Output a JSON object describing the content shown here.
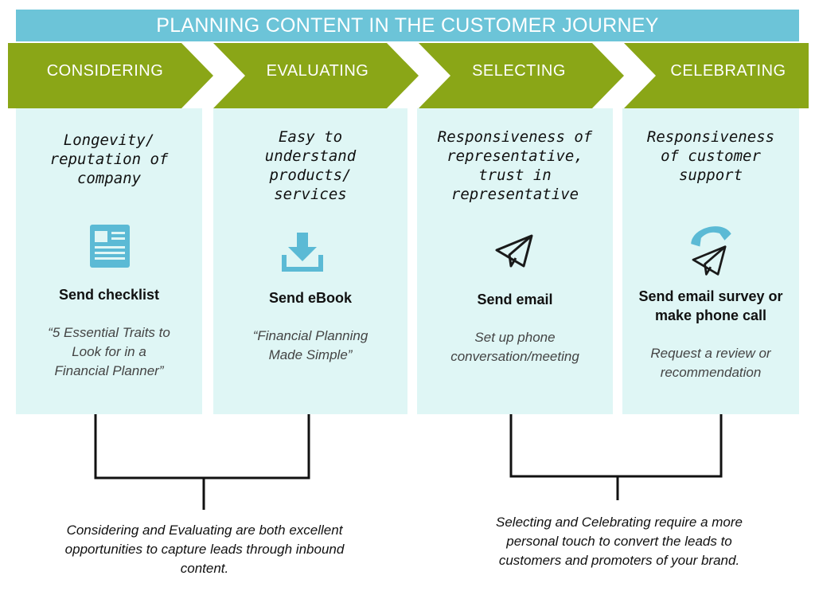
{
  "title": "PLANNING CONTENT IN THE CUSTOMER JOURNEY",
  "colors": {
    "title_bar": "#6cc4d8",
    "stage_chevron": "#8aa617",
    "column_bg": "#dff6f5",
    "icon_blue": "#5bbad5"
  },
  "stages": [
    {
      "label": "CONSIDERING",
      "headline": "Longevity/ reputation of company",
      "icon": "newspaper-icon",
      "action": "Send checklist",
      "detail": "“5 Essential Traits to Look for in a Financial Planner”"
    },
    {
      "label": "EVALUATING",
      "headline": "Easy to understand products/ services",
      "icon": "download-icon",
      "action": "Send eBook",
      "detail": "“Financial Planning Made Simple”"
    },
    {
      "label": "SELECTING",
      "headline": "Responsiveness of representative, trust in representative",
      "icon": "paper-plane-icon",
      "action": "Send email",
      "detail": "Set up phone conversation/meeting"
    },
    {
      "label": "CELEBRATING",
      "headline": "Responsiveness of customer support",
      "icon": "phone-and-paper-plane-icon",
      "action": "Send email survey or make phone call",
      "detail": "Request a review or recommendation"
    }
  ],
  "notes": {
    "left": "Considering and Evaluating are both excellent opportunities to capture leads through inbound content.",
    "right": "Selecting and Celebrating require a more personal touch to convert the leads to customers and promoters of your brand."
  }
}
